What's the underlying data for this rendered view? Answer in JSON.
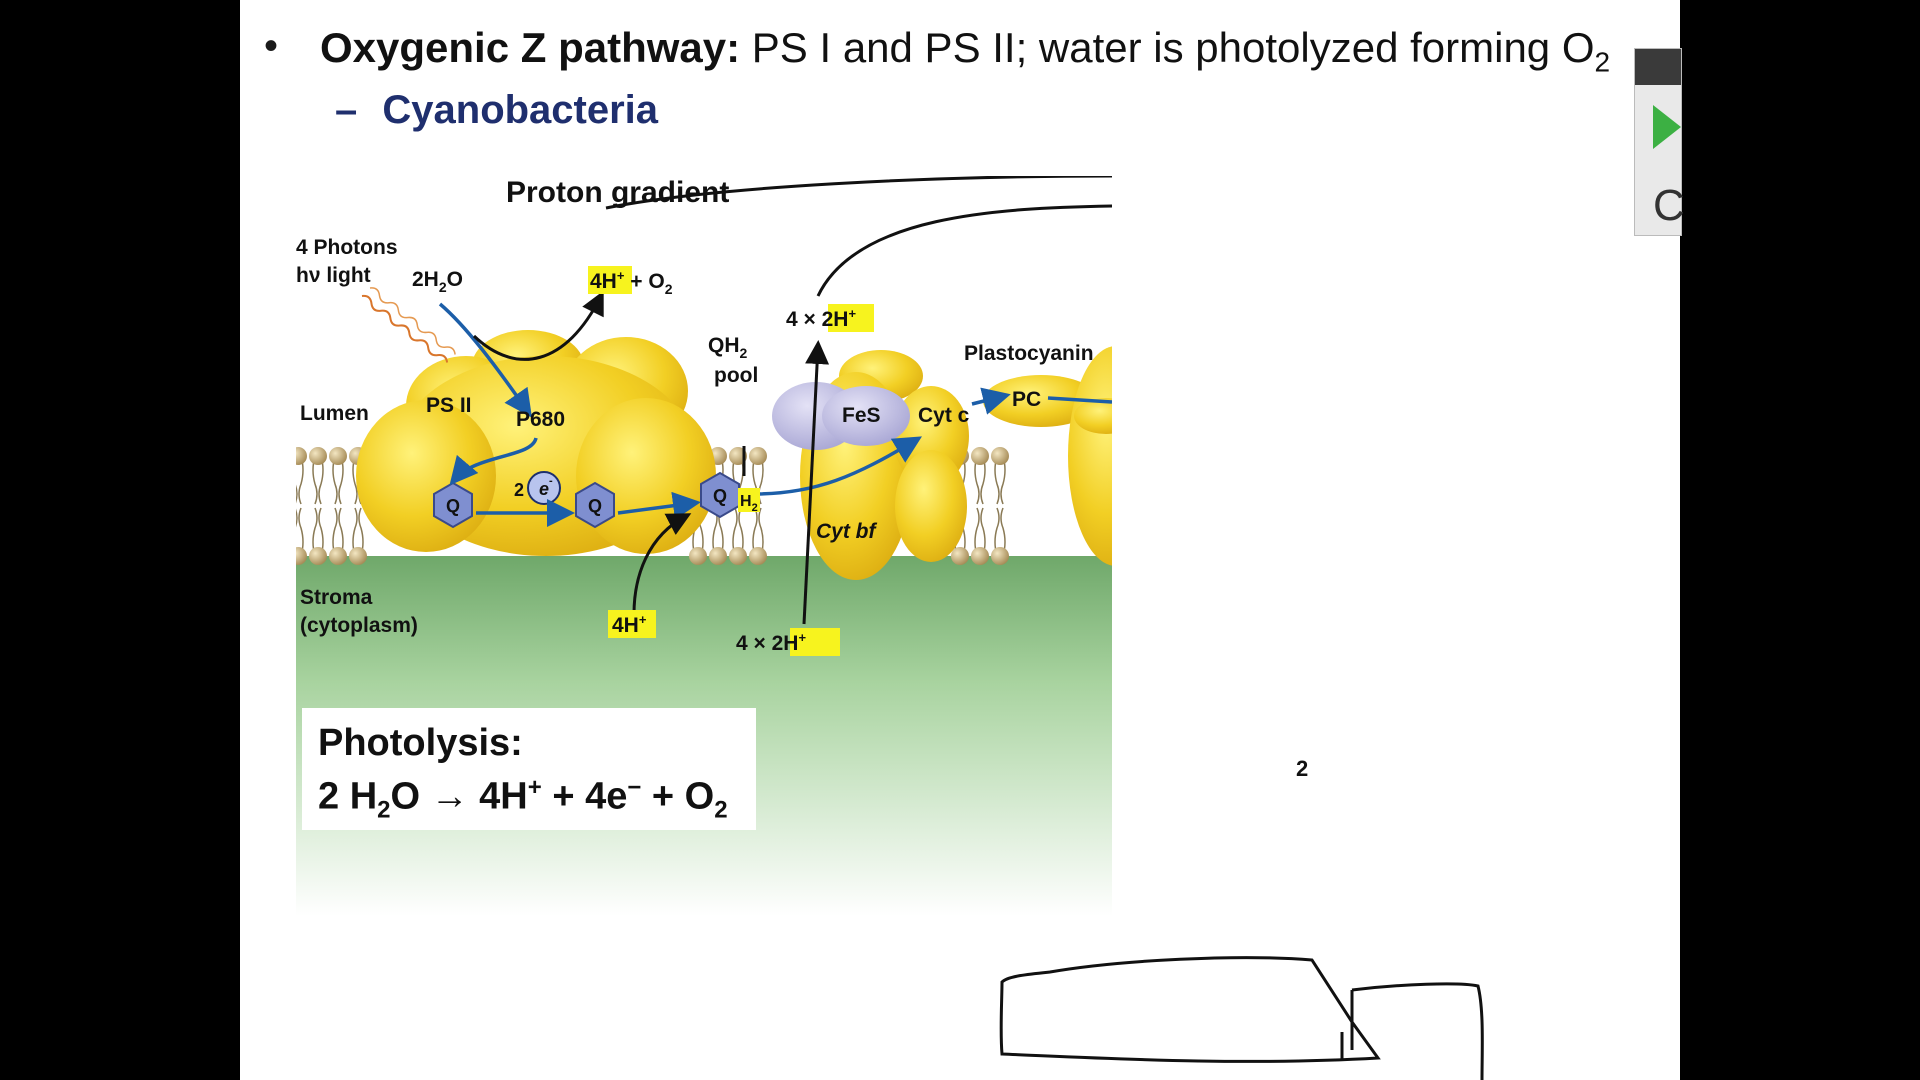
{
  "slide": {
    "bullet_symbol": "•",
    "bullet_bold": "Oxygenic Z pathway:",
    "bullet_rest": "  PS I and PS II; water is photolyzed forming O",
    "bullet_sub": "2",
    "sub_bullet_dash": "–",
    "sub_bullet": "Cyanobacteria"
  },
  "diagram": {
    "proton_gradient": "Proton gradient",
    "photons_line1": "4 Photons",
    "photons_line2": "hν light",
    "water": "2H",
    "water_sub": "2",
    "water_tail": "O",
    "h_o2_highlight": "4H",
    "h_o2_sup": "+",
    "h_o2_rest": " + O",
    "h_o2_sub": "2",
    "lumen": "Lumen",
    "ps2": "PS II",
    "p680": "P680",
    "q_label": "Q",
    "two_e": "2",
    "e_symbol": "e",
    "e_sup": "-",
    "qh2_line1": "QH",
    "qh2_sub": "2",
    "qh2_line2": "pool",
    "qh2_h": "H",
    "qh2_h_sub": "2",
    "four_x_2h_top": "4 × ",
    "two_h_top": "2H",
    "two_h_top_sup": "+",
    "fes": "FeS",
    "cytc": "Cyt c",
    "plastocyanin": "Plastocyanin",
    "pc": "PC",
    "cytbf": "Cyt bf",
    "stroma_line1": "Stroma",
    "stroma_line2": "(cytoplasm)",
    "four_h_bottom": "4H",
    "four_h_bottom_sup": "+",
    "four_x_2h_bottom": "4 × ",
    "two_h_bottom": "2H",
    "two_h_bottom_sup": "+",
    "stray": "2"
  },
  "photolysis": {
    "title": "Photolysis:",
    "eq_a": "2 H",
    "eq_a_sub": "2",
    "eq_b": "O → 4H",
    "eq_b_sup": "+",
    "eq_c": " + 4e",
    "eq_c_sup": "−",
    "eq_d": " + O",
    "eq_d_sub": "2"
  },
  "colors": {
    "protein_yellow": "#f2cf24",
    "highlight_yellow": "#f7f31e",
    "q_hexagon": "#7f8fd0",
    "arrow_blue": "#1c5ea8",
    "title_navy": "#1f2f6e",
    "stroma_green": "#7fb87a",
    "play_green": "#3cb043"
  }
}
